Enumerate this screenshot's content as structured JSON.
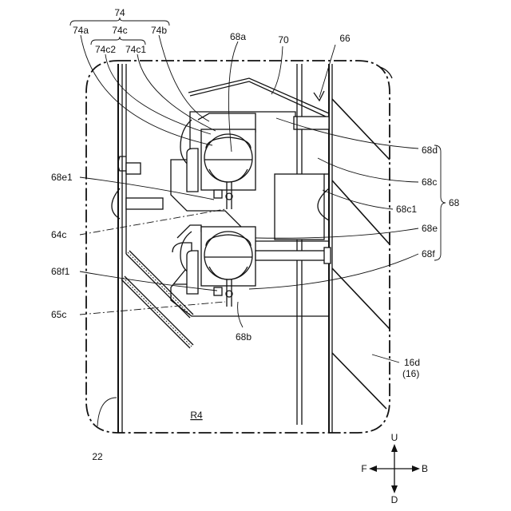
{
  "labels": {
    "l74": "74",
    "l74a": "74a",
    "l74c": "74c",
    "l74b": "74b",
    "l74c2": "74c2",
    "l74c1": "74c1",
    "l68a": "68a",
    "l70": "70",
    "l66": "66",
    "l68d": "68d",
    "l68c": "68c",
    "l68c1": "68c1",
    "l68": "68",
    "l68e": "68e",
    "l68f": "68f",
    "l68e1": "68e1",
    "l64c": "64c",
    "l68f1": "68f1",
    "l65c": "65c",
    "l68b": "68b",
    "l16d": "16d",
    "l16": "(16)",
    "lR4": "R4",
    "l22": "22"
  },
  "directions": {
    "up": "U",
    "down": "D",
    "front": "F",
    "back": "B"
  }
}
